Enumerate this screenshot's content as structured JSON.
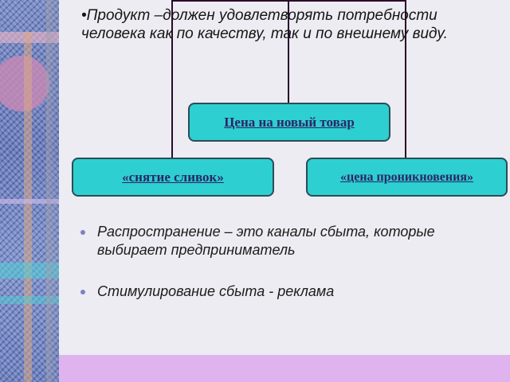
{
  "slide": {
    "top_text": "•Продукт –должен удовлетворять потребности человека как по качеству, так и по внешнему виду.",
    "bullets": [
      "Распространение – это каналы сбыта, которые выбирает предприниматель",
      "Стимулирование сбыта - реклама"
    ]
  },
  "diagram": {
    "center_box": "Цена на новый товар",
    "left_box": "«снятие сливок»",
    "right_box": "«цена проникновения»"
  },
  "colors": {
    "box_fill": "#2ecfd0",
    "box_border": "#2b4d57",
    "box_text": "#2a2668",
    "connector": "#2a0a2a",
    "bottom_bar": "#dfb4ee",
    "left_bar": "#7b8ec8"
  }
}
